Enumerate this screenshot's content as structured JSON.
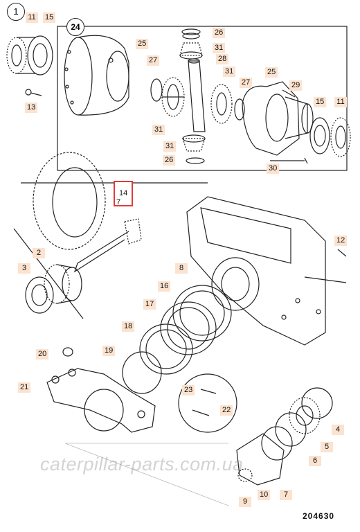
{
  "figure_number": "1",
  "subassembly_number": "24",
  "drawing_number": "204630",
  "watermark": "caterpillar-parts.com.ua",
  "highlight_color": "#e23a3a",
  "label_color": "#fbe3cf",
  "labels": {
    "l11a": "11",
    "l15a": "15",
    "l13": "13",
    "l25a": "25",
    "l26a": "26",
    "l31a": "31",
    "l28": "28",
    "l27a": "27",
    "l31b": "31",
    "l31c": "31",
    "l27b": "27",
    "l25b": "25",
    "l29": "29",
    "l15b": "15",
    "l11b": "11",
    "l31d": "31",
    "l26b": "26",
    "l30": "30",
    "l14": "14",
    "l7a": "7",
    "l12": "12",
    "l2": "2",
    "l3": "3",
    "l8": "8",
    "l16": "16",
    "l17": "17",
    "l18": "18",
    "l19": "19",
    "l20": "20",
    "l21": "21",
    "l23": "23",
    "l22": "22",
    "l4": "4",
    "l5": "5",
    "l6": "6",
    "l9": "9",
    "l10": "10",
    "l7b": "7"
  }
}
